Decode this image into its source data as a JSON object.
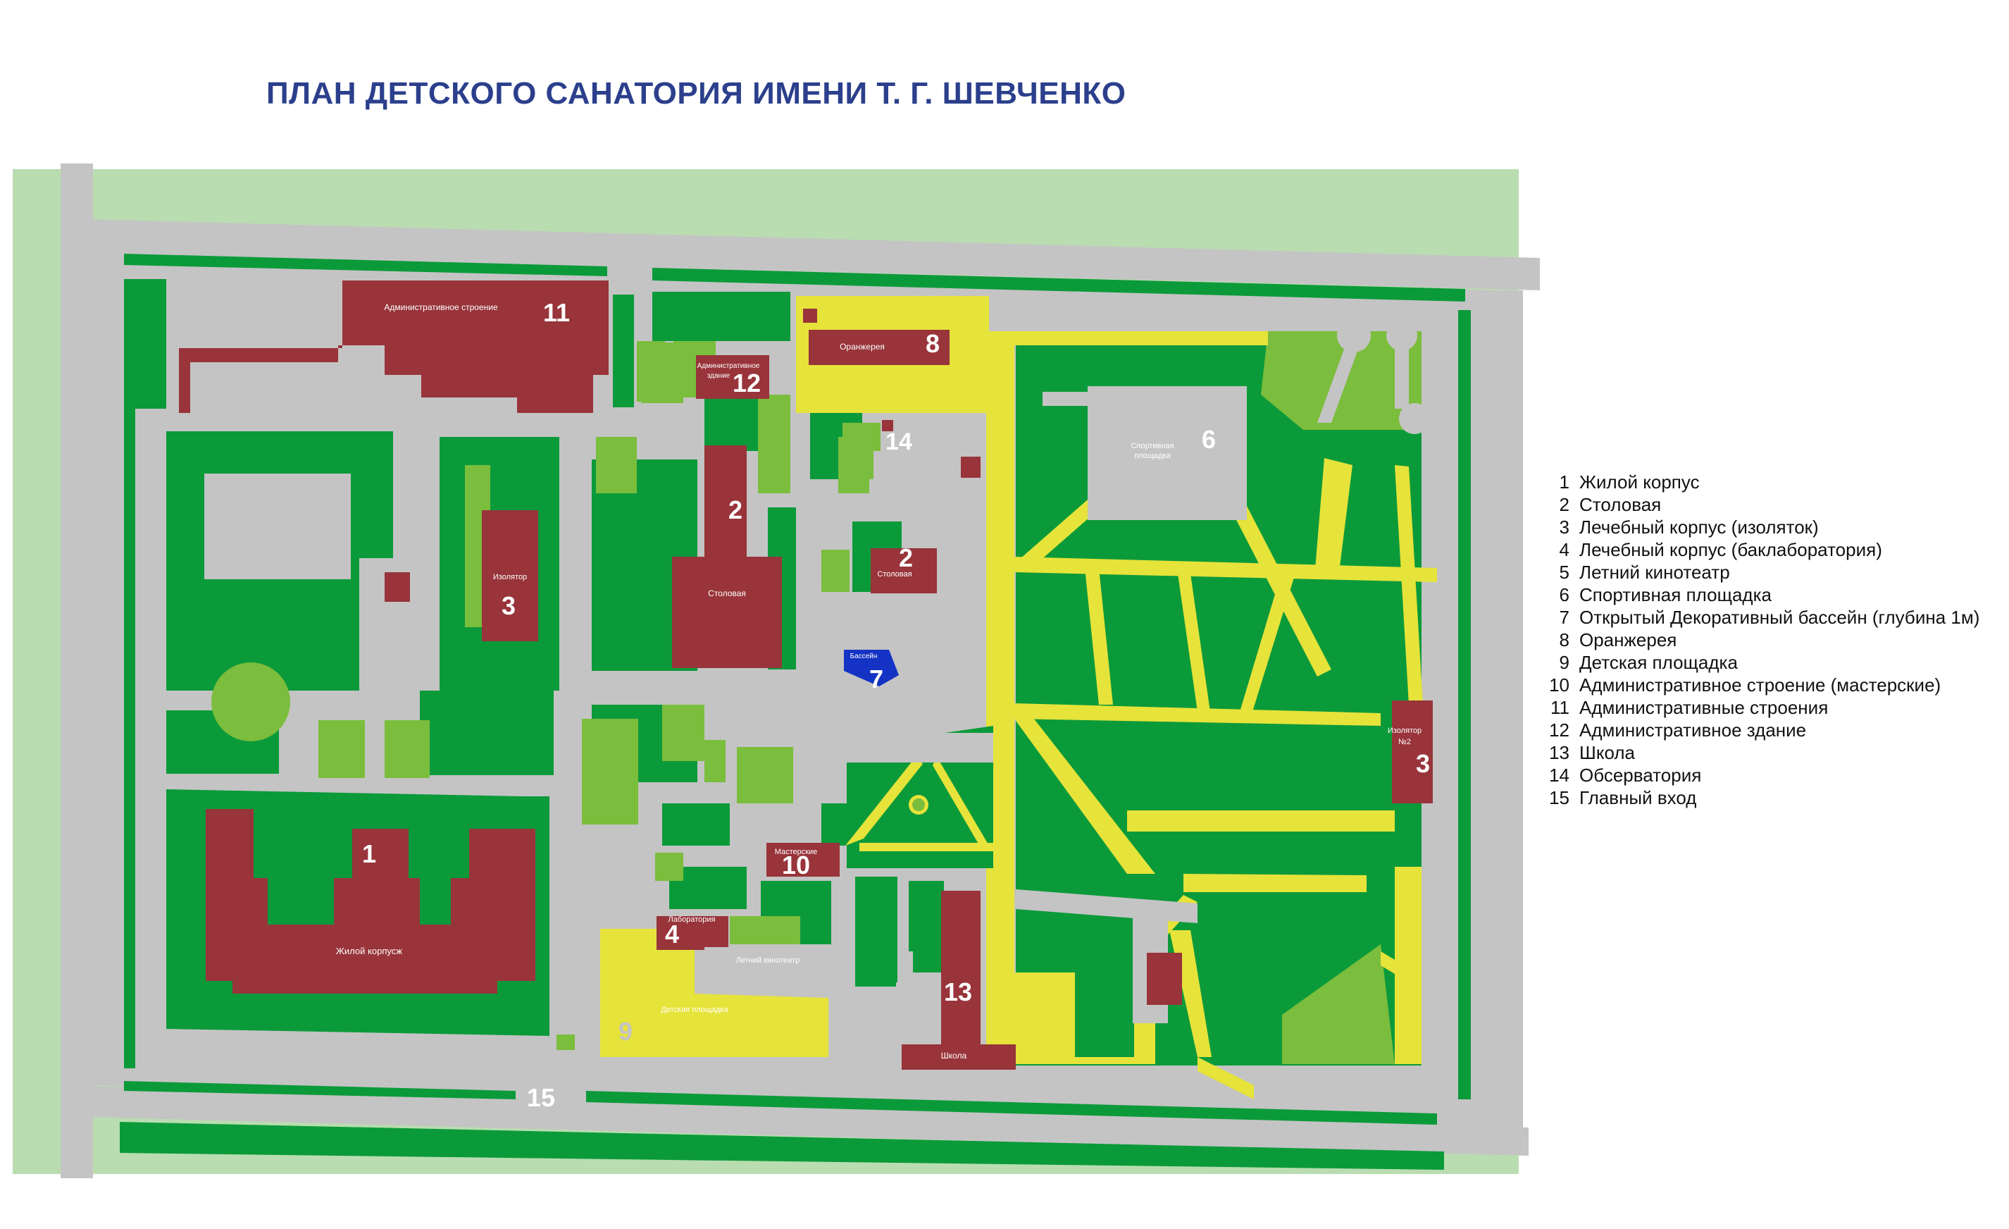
{
  "title": "ПЛАН ДЕТСКОГО САНАТОРИЯ ИМЕНИ Т. Г. ШЕВЧЕНКО",
  "colors": {
    "outer_zone": "#b9ddb0",
    "road": "#c4c4c4",
    "lawn": "#0b9a3a",
    "light_lawn": "#7bbd3c",
    "path_yellow": "#e6e33a",
    "building": "#98343a",
    "pool": "#1433c4",
    "title": "#2b3f8c"
  },
  "labels": {
    "b1_num": "1",
    "b1_name": "Жилой корпусж",
    "b2a_num": "2",
    "b2a_name": "Столовая",
    "b2b_num": "2",
    "b2b_name": "Столовая",
    "b3a_num": "3",
    "b3a_name": "Изолятор",
    "b3b_num": "3",
    "b3b_name1": "Изолятор",
    "b3b_name2": "№2",
    "b4_num": "4",
    "b4_name": "Лаборатория",
    "b5_name": "Летний кинотеатр",
    "b6_num": "6",
    "b6_name1": "Спортивная",
    "b6_name2": "площадка",
    "b7_num": "7",
    "b7_name": "Бассейн",
    "b8_num": "8",
    "b8_name": "Оранжерея",
    "b9_num": "9",
    "b9_name": "Детская площадка",
    "b10_num": "10",
    "b10_name": "Мастерские",
    "b11_num": "11",
    "b11_name": "Административное строение",
    "b12_num": "12",
    "b12_name1": "Административное",
    "b12_name2": "здание",
    "b13_num": "13",
    "b13_name": "Школа",
    "b14_num": "14",
    "b15_num": "15"
  },
  "legend": [
    {
      "num": "1",
      "text": "Жилой корпус"
    },
    {
      "num": "2",
      "text": "Столовая"
    },
    {
      "num": "3",
      "text": "Лечебный корпус (изоляток)"
    },
    {
      "num": "4",
      "text": "Лечебный корпус (баклаборатория)"
    },
    {
      "num": "5",
      "text": "Летний кинотеатр"
    },
    {
      "num": "6",
      "text": "Спортивная площадка"
    },
    {
      "num": "7",
      "text": "Открытый Декоративный бассейн (глубина 1м)"
    },
    {
      "num": "8",
      "text": "Оранжерея"
    },
    {
      "num": "9",
      "text": "Детская площадка"
    },
    {
      "num": "10",
      "text": "Административное строение (мастерские)"
    },
    {
      "num": "11",
      "text": "Административные строения"
    },
    {
      "num": "12",
      "text": "Административное здание"
    },
    {
      "num": "13",
      "text": "Школа"
    },
    {
      "num": "14",
      "text": "Обсерватория"
    },
    {
      "num": "15",
      "text": "Главный вход"
    }
  ]
}
